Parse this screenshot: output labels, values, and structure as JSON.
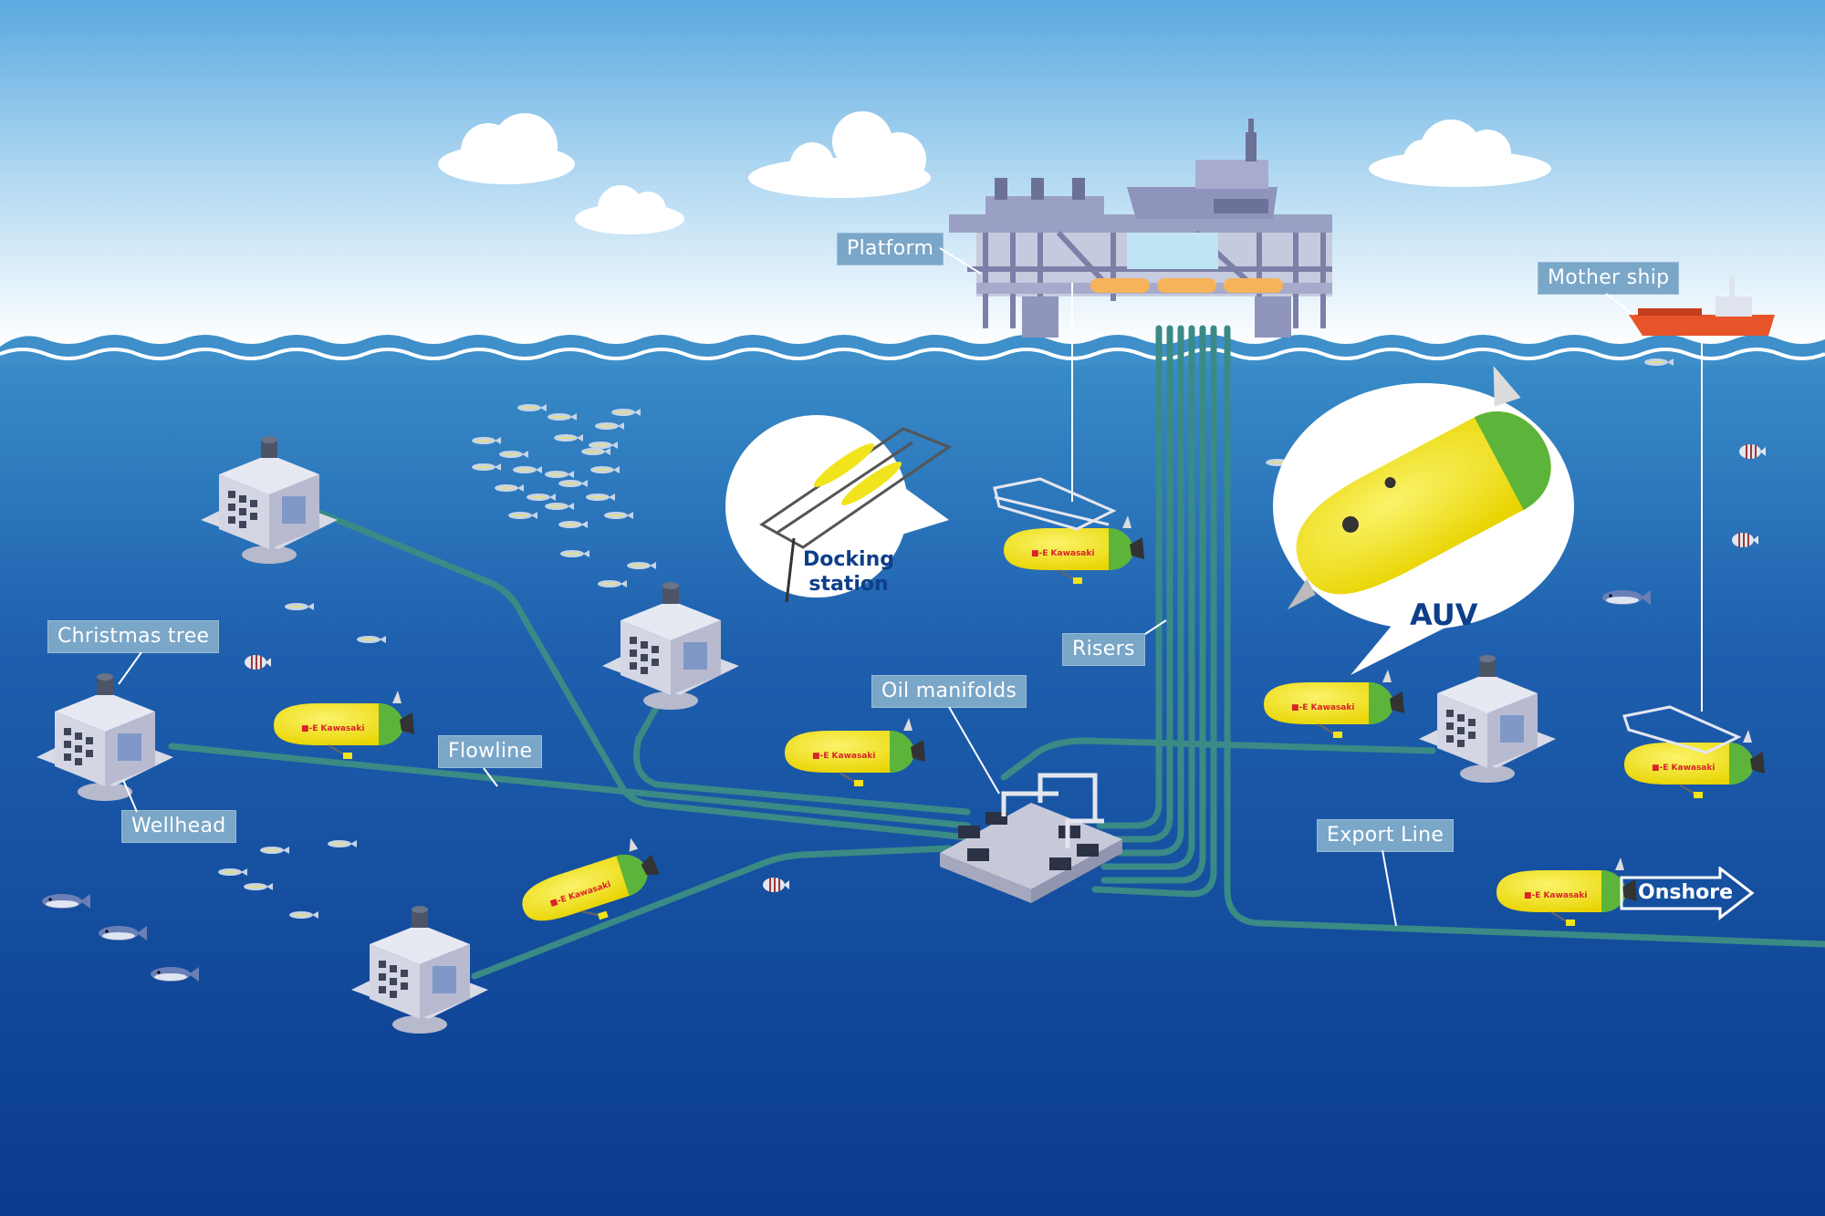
{
  "labels": {
    "platform": "Platform",
    "mother_ship": "Mother ship",
    "christmas_tree": "Christmas tree",
    "wellhead": "Wellhead",
    "flowline": "Flowline",
    "risers": "Risers",
    "oil_manifolds": "Oil manifolds",
    "export_line": "Export Line",
    "onshore": "Onshore"
  },
  "bubbles": {
    "docking_line1": "Docking",
    "docking_line2": "station",
    "auv": "AUV"
  },
  "brand": "Kawasaki",
  "colors": {
    "sky_top": "#5aa9e0",
    "sky_bottom": "#ffffff",
    "sea_top": "#3a8ec9",
    "sea_bottom": "#0a3a8c",
    "pipe": "#3a8a86",
    "label_bg": "#7aa6c8",
    "auv_yellow": "#f2e41c",
    "auv_green": "#5cb53a",
    "ship_red": "#e8542a",
    "structure": "#c7c9d9"
  }
}
